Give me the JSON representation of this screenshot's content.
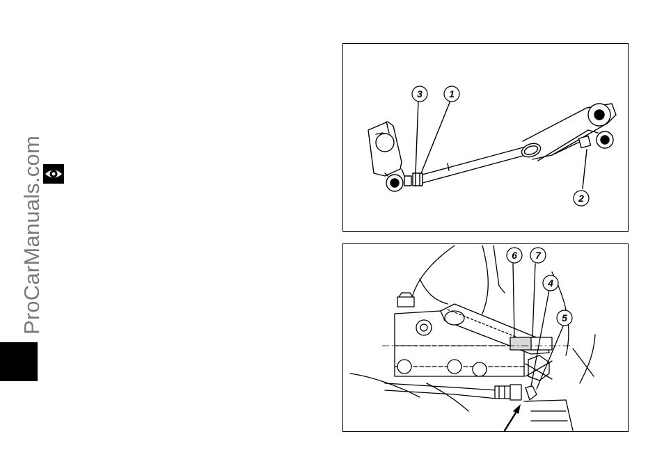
{
  "watermark": {
    "text": "ProCarManuals.com"
  },
  "icons": {
    "eye": "eye-icon"
  },
  "figure_top": {
    "callouts": {
      "c1": "1",
      "c2": "2",
      "c3": "3"
    }
  },
  "figure_bottom": {
    "callouts": {
      "c4": "4",
      "c5": "5",
      "c6": "6",
      "c7": "7"
    }
  },
  "colors": {
    "ink": "#000000",
    "watermark": "#7a7a7a",
    "background": "#ffffff"
  }
}
